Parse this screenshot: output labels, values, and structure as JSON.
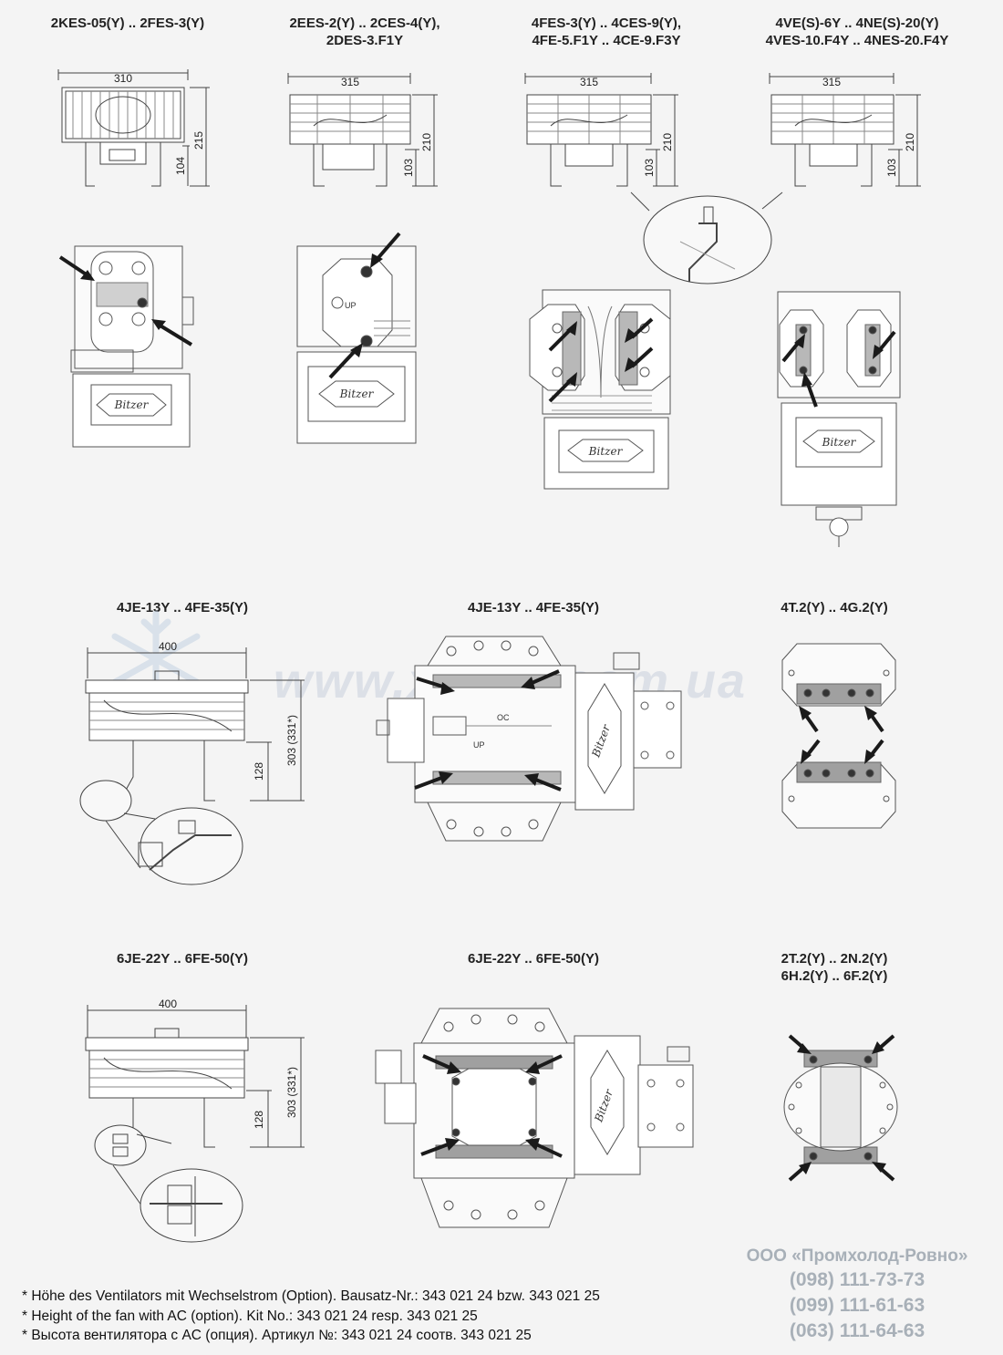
{
  "titles": {
    "t1": [
      "2KES-05(Y) .. 2FES-3(Y)"
    ],
    "t2": [
      "2EES-2(Y) .. 2CES-4(Y),",
      "2DES-3.F1Y"
    ],
    "t3": [
      "4FES-3(Y) .. 4CES-9(Y),",
      "4FE-5.F1Y .. 4CE-9.F3Y"
    ],
    "t4": [
      "4VE(S)-6Y .. 4NE(S)-20(Y)",
      "4VES-10.F4Y .. 4NES-20.F4Y"
    ],
    "t5": [
      "4JE-13Y .. 4FE-35(Y)"
    ],
    "t6": [
      "4JE-13Y .. 4FE-35(Y)"
    ],
    "t7": [
      "4T.2(Y) .. 4G.2(Y)"
    ],
    "t8": [
      "6JE-22Y .. 6FE-50(Y)"
    ],
    "t9": [
      "6JE-22Y .. 6FE-50(Y)"
    ],
    "t10": [
      "2T.2(Y) .. 2N.2(Y)",
      "6H.2(Y) .. 6F.2(Y)"
    ]
  },
  "dims": {
    "f1": {
      "width": "310",
      "height": "215",
      "mount": "104"
    },
    "f2": {
      "width": "315",
      "height": "210",
      "mount": "103"
    },
    "f3": {
      "width": "315",
      "height": "210",
      "mount": "103"
    },
    "f4": {
      "width": "315",
      "height": "210",
      "mount": "103"
    },
    "f5": {
      "width": "400",
      "height": "303 (331*)",
      "mount": "128"
    },
    "f8": {
      "width": "400",
      "height": "303 (331*)",
      "mount": "128"
    }
  },
  "labels": {
    "brand": "Bitzer",
    "up": "UP",
    "oc": "OC"
  },
  "footnotes": [
    "* Höhe des Ventilators mit Wechselstrom (Option). Bausatz-Nr.: 343 021 24 bzw. 343 021 25",
    "* Height of the fan with AC (option). Kit No.: 343 021 24 resp. 343 021 25",
    "* Высота вентилятора с AC (опция). Артикул №: 343 021 24 соотв. 343 021 25"
  ],
  "company": {
    "name": "ООО «Промхолод-Ровно»",
    "phones": [
      "(098) 111-73-73",
      "(099) 111-61-63",
      "(063) 111-64-63"
    ]
  },
  "watermark": "www.xolod.com.ua",
  "colors": {
    "line": "#444444",
    "light": "#d8d8d8",
    "gasket": "#a0a0a0",
    "arrow": "#1a1a1a",
    "company_text": "#a8b0b8"
  },
  "icons": {
    "arrow": "arrow-icon",
    "snowflake": "snowflake-icon"
  }
}
